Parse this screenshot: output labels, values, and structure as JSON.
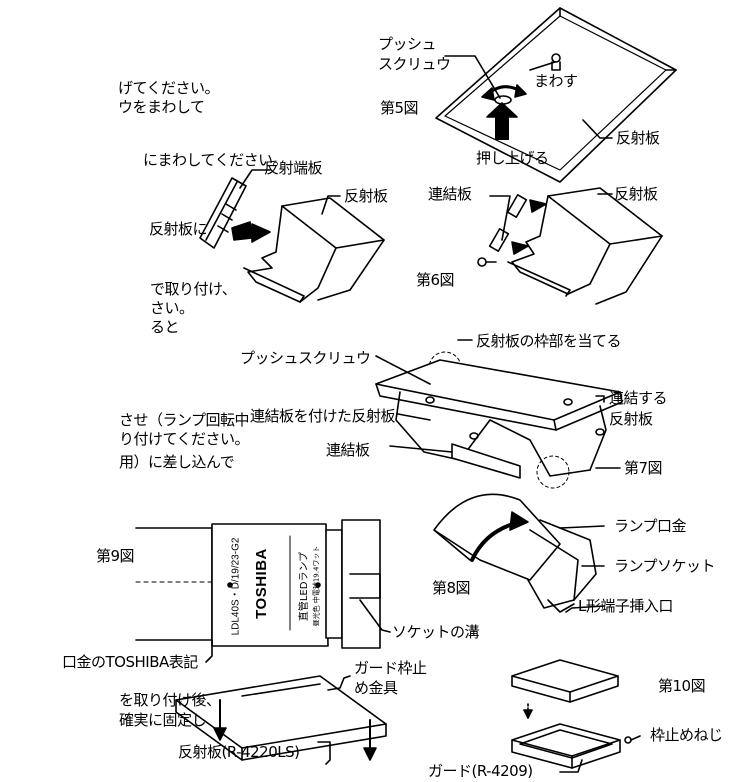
{
  "body_text": [
    "げてください。",
    "ウをまわして",
    "にまわしてください。",
    "反射板に",
    "で取り付け、",
    "さい。",
    "ると",
    "させ（ランプ回転中",
    "り付けてください。",
    "用）に差し込んで",
    "を取り付け後、",
    "確実に固定し"
  ],
  "fig5": {
    "title": "第5図",
    "push_screw": [
      "プッシュ",
      "スクリュウ"
    ],
    "rotate": "まわす",
    "reflector": "反射板",
    "push_up": "押し上げる"
  },
  "fig6": {
    "title": "第6図",
    "end_plate": "反射端板",
    "reflector_left": "反射板",
    "coupling_plate": "連結板",
    "reflector_right": "反射板"
  },
  "fig7": {
    "title": "第7図",
    "frame_contact": "反射板の枠部を当てる",
    "push_screw": "プッシュスクリュウ",
    "reflector_with_plate": "連結板を付けた反射板",
    "connected_reflector": [
      "連結する",
      "反射板"
    ],
    "coupling_plate": "連結板"
  },
  "fig8": {
    "title": "第8図",
    "lamp_cap": "ランプ口金",
    "lamp_socket": "ランプソケット",
    "l_terminal": "L形端子挿入口"
  },
  "fig9": {
    "title": "第9図",
    "brand": "TOSHIBA",
    "model": "LDL40S・D/19/23-G2",
    "product": "直管LEDランプ",
    "spec": "昼光色 中電球19.4ワット",
    "socket_groove": "ソケットの溝",
    "cap_marking": "口金のTOSHIBA表記"
  },
  "fig10": {
    "title": "第10図",
    "guard_stopper": [
      "ガード枠止",
      "め金具"
    ],
    "reflector_model": "反射板(R-4220LS)",
    "guard_model": "ガード(R-4209)",
    "frame_screw": "枠止めねじ"
  }
}
